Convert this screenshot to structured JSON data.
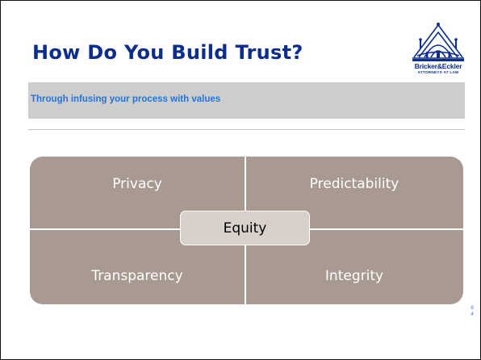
{
  "slide": {
    "title": "How Do You Build Trust?",
    "subtitle": "Through infusing your process with values",
    "page_number_digits": [
      "8",
      "4"
    ]
  },
  "logo": {
    "name": "Bricker&Eckler",
    "tagline": "ATTORNEYS AT LAW"
  },
  "matrix": {
    "top_left": "Privacy",
    "top_right": "Predictability",
    "bottom_left": "Transparency",
    "bottom_right": "Integrity",
    "center": "Equity"
  },
  "colors": {
    "title": "#0b2d8e",
    "subtitle_text": "#2474d4",
    "subtitle_bar": "#cdcdcd",
    "matrix_fill": "#a89a90",
    "center_fill": "#d8d0cb",
    "page_number": "#4c7ac0"
  }
}
